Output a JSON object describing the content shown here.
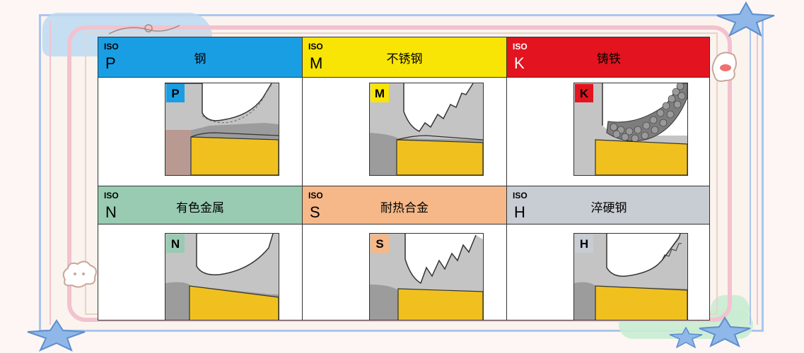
{
  "materials": [
    {
      "iso": "ISO",
      "code": "P",
      "name": "钢",
      "color": "#1a9ee3",
      "badge": "P"
    },
    {
      "iso": "ISO",
      "code": "M",
      "name": "不锈钢",
      "color": "#f9e505",
      "badge": "M"
    },
    {
      "iso": "ISO",
      "code": "K",
      "name": "铸铁",
      "color": "#e3141f",
      "badge": "K"
    },
    {
      "iso": "ISO",
      "code": "N",
      "name": "有色金属",
      "color": "#98cbb2",
      "badge": "N"
    },
    {
      "iso": "ISO",
      "code": "S",
      "name": "耐热合金",
      "color": "#f6b888",
      "badge": "S"
    },
    {
      "iso": "ISO",
      "code": "H",
      "name": "淬硬钢",
      "color": "#c8cdd3",
      "badge": "H"
    }
  ],
  "colors": {
    "insert": "#f0c11e",
    "workpiece": "#bdbdbd",
    "frame_blue": "#a9c6ee",
    "frame_pink": "#f2c2cf"
  }
}
